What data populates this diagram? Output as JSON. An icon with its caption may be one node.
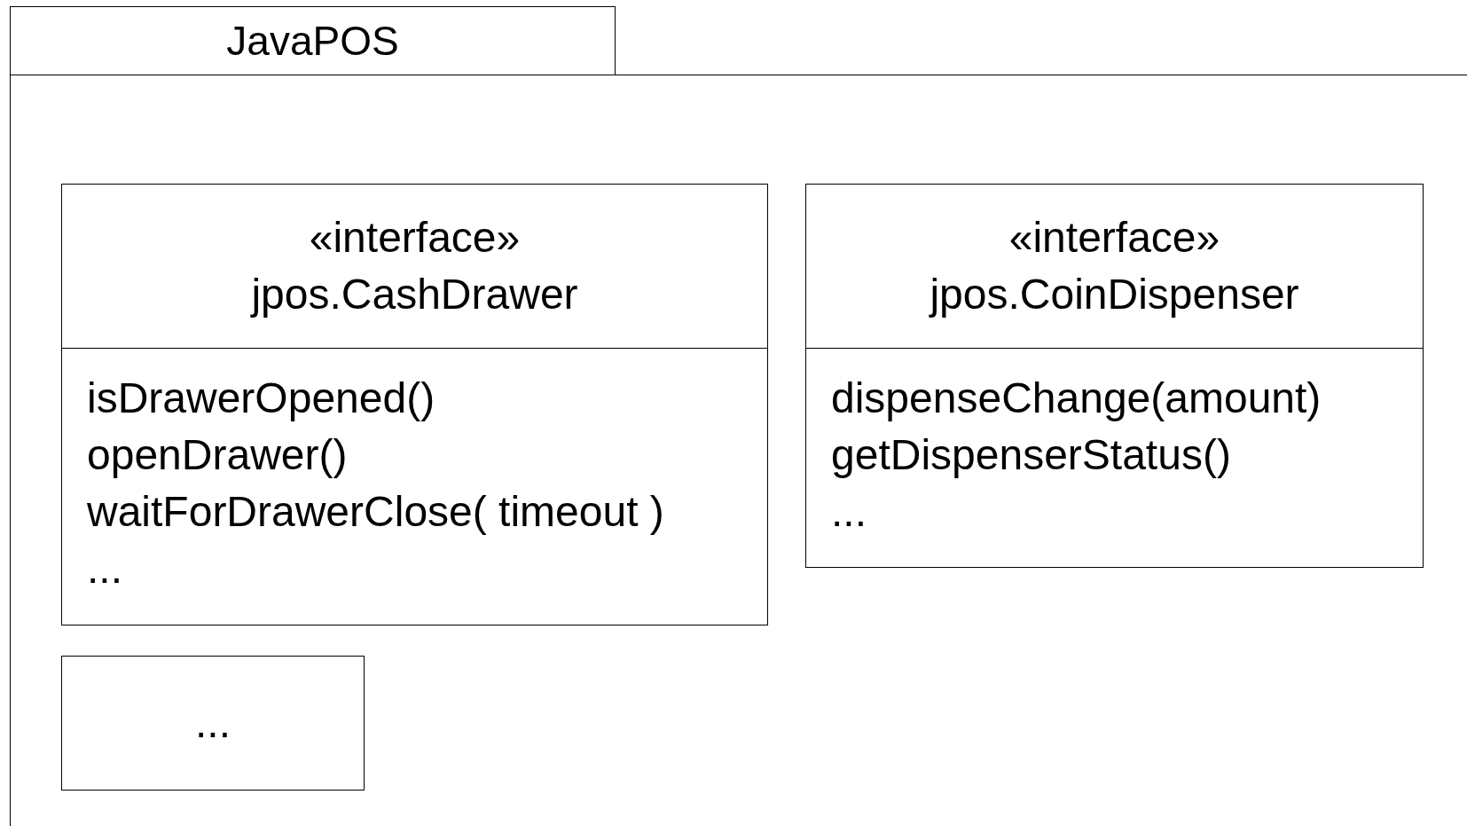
{
  "diagram": {
    "nodes": [
      {
        "text": [
          "JavaPOS"
        ]
      },
      {
        "text": [
          "«interface»",
          "jpos.CashDrawer",
          "isDrawerOpened()",
          "openDrawer()",
          "waitForDrawerClose( timeout )",
          "..."
        ],
        "in": 0
      },
      {
        "text": [
          "«interface»",
          "jpos.CoinDispenser",
          "dispenseChange(amount)",
          "getDispenserStatus()",
          "..."
        ],
        "in": 0
      },
      {
        "text": [
          "..."
        ],
        "in": 0
      }
    ]
  }
}
